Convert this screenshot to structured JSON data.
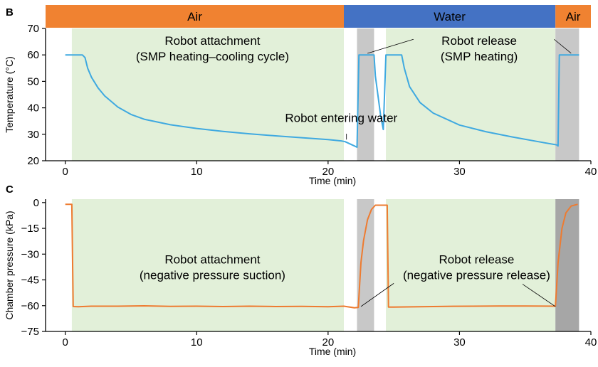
{
  "panel_b_label": "B",
  "panel_c_label": "C",
  "chart_data": [
    {
      "type": "line",
      "panel": "B",
      "xlabel": "Time (min)",
      "ylabel": "Temperature (°C)",
      "xlim": [
        -1.5,
        40
      ],
      "ylim": [
        20,
        70
      ],
      "xticks": [
        0,
        10,
        20,
        30,
        40
      ],
      "yticks": [
        20,
        30,
        40,
        50,
        60,
        70
      ],
      "environment_bands": [
        {
          "label": "Air",
          "start": -1.5,
          "end": 21.2,
          "color": "#f08231"
        },
        {
          "label": "Water",
          "start": 21.2,
          "end": 37.3,
          "color": "#4472c4"
        },
        {
          "label": "Air",
          "start": 37.3,
          "end": 40,
          "color": "#f08231"
        }
      ],
      "shaded_regions": [
        {
          "start": 0.5,
          "end": 21.2,
          "color": "#e2f0d9"
        },
        {
          "start": 22.2,
          "end": 23.5,
          "color": "#c8c8c8"
        },
        {
          "start": 24.4,
          "end": 37.3,
          "color": "#e2f0d9"
        },
        {
          "start": 37.3,
          "end": 39.1,
          "color": "#c8c8c8"
        }
      ],
      "annotations": [
        {
          "line1": "Robot attachment",
          "line2": "(SMP heating–cooling cycle)",
          "x": 11.2,
          "y": 63.8
        },
        {
          "line1": "Robot release",
          "line2": "(SMP heating)",
          "x": 31.5,
          "y": 63.8
        },
        {
          "line1": "Robot entering water",
          "x": 21.0,
          "y": 34.7
        }
      ],
      "series": [
        {
          "color": "#3fa9e0",
          "x": [
            0,
            1.3,
            1.5,
            1.7,
            2,
            2.5,
            3,
            4,
            5,
            6,
            8,
            10,
            12,
            14,
            16,
            18,
            20,
            21.0,
            21.3,
            22.0,
            22.2,
            22.35,
            23.5,
            23.6,
            24.0,
            24.2,
            24.4,
            25.6,
            25.8,
            26.2,
            27,
            28,
            30,
            32,
            34,
            36,
            37.4,
            37.5,
            37.6,
            39.1
          ],
          "y": [
            60,
            60,
            59,
            55,
            51.5,
            47.5,
            44.5,
            40.3,
            37.5,
            35.7,
            33.6,
            32.2,
            31.1,
            30.2,
            29.4,
            28.7,
            28.0,
            27.5,
            27.2,
            25.6,
            25.1,
            60,
            60,
            52,
            37,
            31.8,
            60,
            60,
            55,
            48,
            42,
            38,
            33.5,
            31,
            29,
            27.2,
            26.0,
            25.6,
            60,
            60
          ]
        }
      ]
    },
    {
      "type": "line",
      "panel": "C",
      "xlabel": "Time (min)",
      "ylabel": "Chamber pressure (kPa)",
      "xlim": [
        -1.5,
        40
      ],
      "ylim": [
        -75,
        2
      ],
      "xticks": [
        0,
        10,
        20,
        30,
        40
      ],
      "yticks": [
        0,
        -15,
        -30,
        -45,
        -60,
        -75
      ],
      "shaded_regions": [
        {
          "start": 0.5,
          "end": 21.2,
          "color": "#e2f0d9"
        },
        {
          "start": 22.2,
          "end": 23.5,
          "color": "#c8c8c8"
        },
        {
          "start": 24.4,
          "end": 37.3,
          "color": "#e2f0d9"
        },
        {
          "start": 37.3,
          "end": 39.1,
          "color": "#a6a6a6"
        }
      ],
      "annotations": [
        {
          "line1": "Robot attachment",
          "line2": "(negative pressure suction)",
          "x": 11.2,
          "y": -35.5
        },
        {
          "line1": "Robot release",
          "line2": "(negative pressure release)",
          "x": 31.3,
          "y": -35.5
        }
      ],
      "series": [
        {
          "color": "#ee7b30",
          "x": [
            0,
            0.5,
            0.6,
            1,
            2,
            4,
            6,
            8,
            10,
            12,
            14,
            16,
            18,
            20,
            21.2,
            22.0,
            22.3,
            22.5,
            22.7,
            23.0,
            23.3,
            23.6,
            24.0,
            24.5,
            24.6,
            25,
            27,
            29,
            31,
            33,
            35,
            37.3,
            37.5,
            37.8,
            38.1,
            38.5,
            39.0
          ],
          "y": [
            -1,
            -1,
            -60.5,
            -60.6,
            -60.3,
            -60.3,
            -60.1,
            -60.4,
            -60.3,
            -60.5,
            -60.3,
            -60.5,
            -60.4,
            -60.6,
            -60.3,
            -61.2,
            -61.0,
            -35,
            -22,
            -10,
            -4,
            -1.5,
            -1.5,
            -1.5,
            -60.8,
            -60.8,
            -60.6,
            -60.4,
            -60.3,
            -60.2,
            -60.2,
            -60.3,
            -35,
            -15,
            -6,
            -2,
            -1
          ]
        }
      ]
    }
  ]
}
